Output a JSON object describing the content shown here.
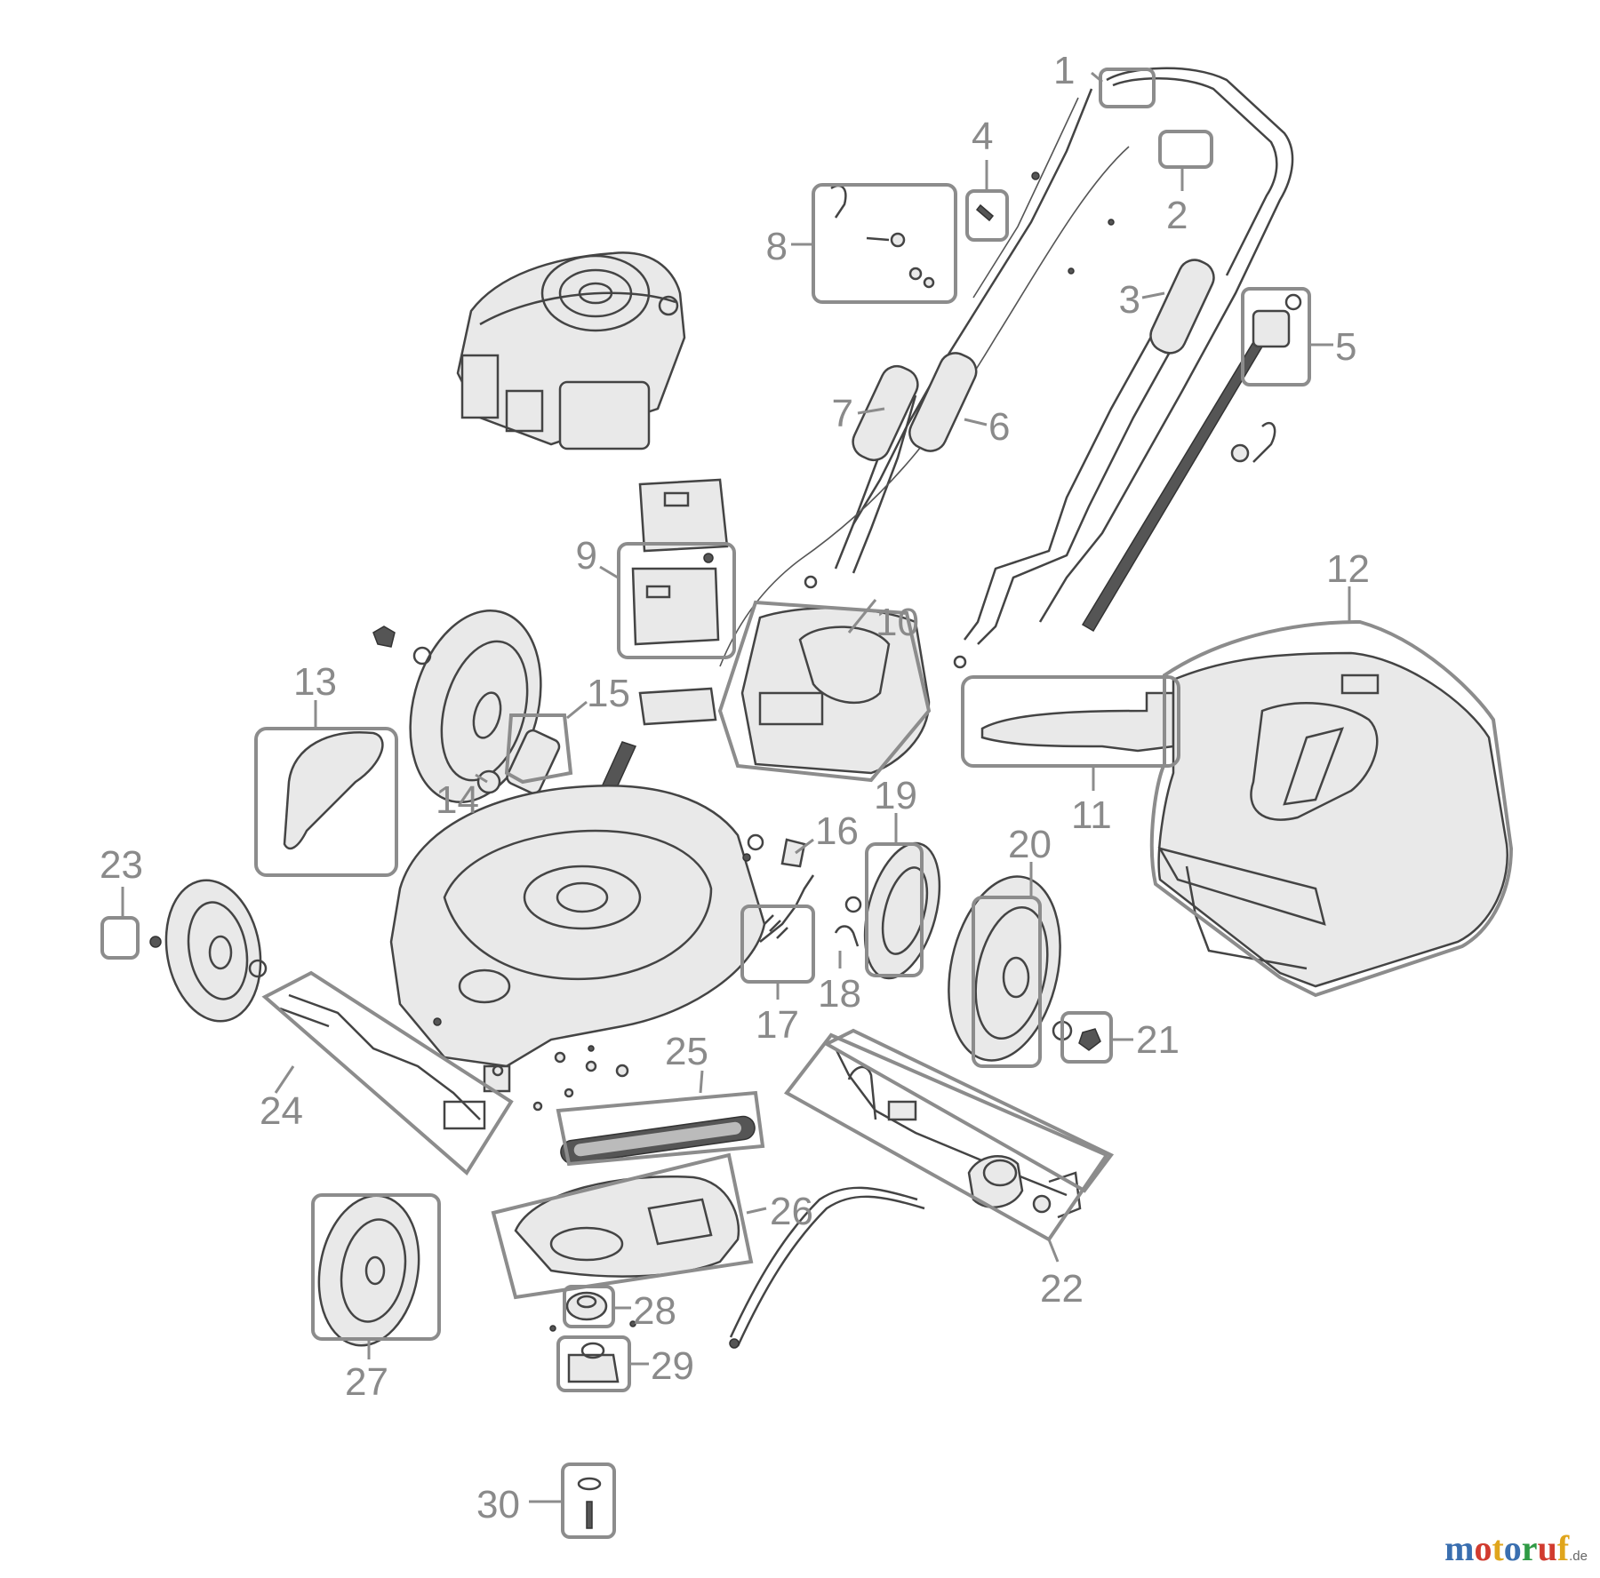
{
  "labels": [
    "1",
    "2",
    "3",
    "4",
    "5",
    "6",
    "7",
    "8",
    "9",
    "10",
    "11",
    "12",
    "13",
    "14",
    "15",
    "16",
    "17",
    "18",
    "19",
    "20",
    "21",
    "22",
    "23",
    "24",
    "25",
    "26",
    "27",
    "28",
    "29",
    "30"
  ],
  "brand": {
    "letters": [
      "m",
      "o",
      "t",
      "o",
      "r",
      "u",
      "f"
    ],
    "colors": [
      "#3a6fb0",
      "#d13b2f",
      "#e0a51c",
      "#3a6fb0",
      "#2f9a45",
      "#d13b2f",
      "#e0a51c"
    ],
    "suffix": ".de"
  }
}
